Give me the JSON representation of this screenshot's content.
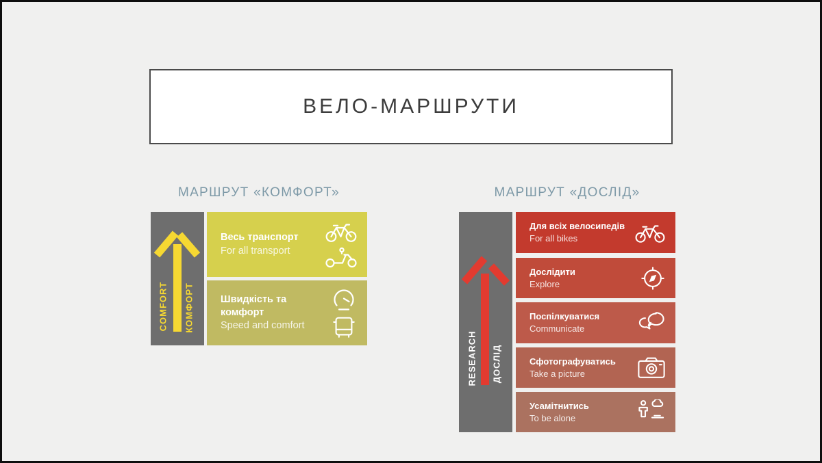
{
  "slide": {
    "title": "ВЕЛО-МАРШРУТИ",
    "background": "#f0f0ef",
    "title_text_color": "#3c3c3c",
    "heading_color": "#7d99a7"
  },
  "comfort": {
    "heading": "МАРШРУТ «КОМФОРТ»",
    "column": {
      "bg": "#6e6e6e",
      "arrow_color": "#f6d832",
      "label_color": "#f6d832",
      "label_latin": "COMFORT",
      "label_cyrillic": "КОМФОРТ",
      "arrow_icon": "up-arrow-icon"
    },
    "rows": [
      {
        "title": "Весь транспорт",
        "subtitle": "For all transport",
        "bg": "#d6d04d",
        "icons": [
          "bicycle-icon",
          "electric-scooter-icon"
        ]
      },
      {
        "title": "Швидкість та комфорт",
        "subtitle": "Speed and comfort",
        "bg": "#c0ba62",
        "icons": [
          "speedometer-icon",
          "bus-icon"
        ]
      }
    ]
  },
  "research": {
    "heading": "МАРШРУТ «ДОСЛІД»",
    "column": {
      "bg": "#6e6e6e",
      "arrow_color": "#e23b30",
      "label_color": "#ffffff",
      "label_latin": "RESEARCH",
      "label_cyrillic": "ДОСЛІД",
      "arrow_icon": "up-arrow-icon"
    },
    "rows": [
      {
        "title": "Для всіх велосипедів",
        "subtitle": "For all bikes",
        "bg": "#c33a2d",
        "icon": "bicycle-icon"
      },
      {
        "title": "Дослідити",
        "subtitle": "Explore",
        "bg": "#c04b3a",
        "icon": "compass-icon"
      },
      {
        "title": "Поспілкуватися",
        "subtitle": "Communicate",
        "bg": "#bd5a4a",
        "icon": "chat-bubbles-icon"
      },
      {
        "title": "Сфотографуватись",
        "subtitle": "Take a picture",
        "bg": "#b26452",
        "icon": "camera-icon"
      },
      {
        "title": "Усамітнитись",
        "subtitle": "To be alone",
        "bg": "#ab7260",
        "icon": "person-cloud-icon"
      }
    ]
  }
}
